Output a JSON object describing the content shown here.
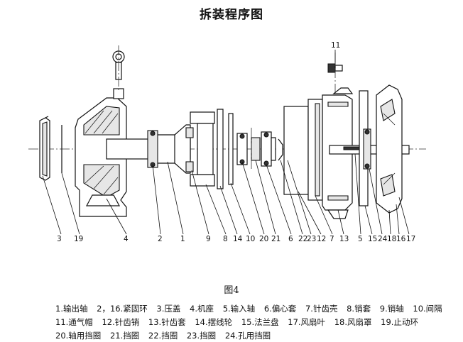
{
  "title": "拆装程序图",
  "figure_label": "图4",
  "legend_rows": [
    [
      "1.输出轴",
      "2，16.紧固环",
      "3.压盖",
      "4.机座",
      "5.输入轴",
      "6.偏心套",
      "7.针齿壳",
      "8.销套",
      "9.销轴",
      "10.间隔"
    ],
    [
      "11.通气帽",
      "12.针齿销",
      "13.针齿套",
      "14.摆线轮",
      "15.法兰盘",
      "17.风扇叶",
      "18.风扇罩",
      "19.止动环"
    ],
    [
      "20.轴用挡圈",
      "21.挡圈",
      "22.挡圈",
      "23.挡圈",
      "24.孔用挡圈"
    ]
  ],
  "callouts": [
    {
      "id": "3",
      "text": "3"
    },
    {
      "id": "19",
      "text": "19"
    },
    {
      "id": "4",
      "text": "4"
    },
    {
      "id": "2",
      "text": "2"
    },
    {
      "id": "1",
      "text": "1"
    },
    {
      "id": "9",
      "text": "9"
    },
    {
      "id": "8",
      "text": "8"
    },
    {
      "id": "14",
      "text": "14"
    },
    {
      "id": "10",
      "text": "10"
    },
    {
      "id": "20",
      "text": "20"
    },
    {
      "id": "21",
      "text": "21"
    },
    {
      "id": "6",
      "text": "6"
    },
    {
      "id": "22",
      "text": "22"
    },
    {
      "id": "23",
      "text": "23"
    },
    {
      "id": "12",
      "text": "12"
    },
    {
      "id": "7",
      "text": "7"
    },
    {
      "id": "13",
      "text": "13"
    },
    {
      "id": "5",
      "text": "5"
    },
    {
      "id": "15",
      "text": "15"
    },
    {
      "id": "24",
      "text": "24"
    },
    {
      "id": "18",
      "text": "18"
    },
    {
      "id": "16",
      "text": "16"
    },
    {
      "id": "17",
      "text": "17"
    },
    {
      "id": "11",
      "text": "11"
    }
  ]
}
